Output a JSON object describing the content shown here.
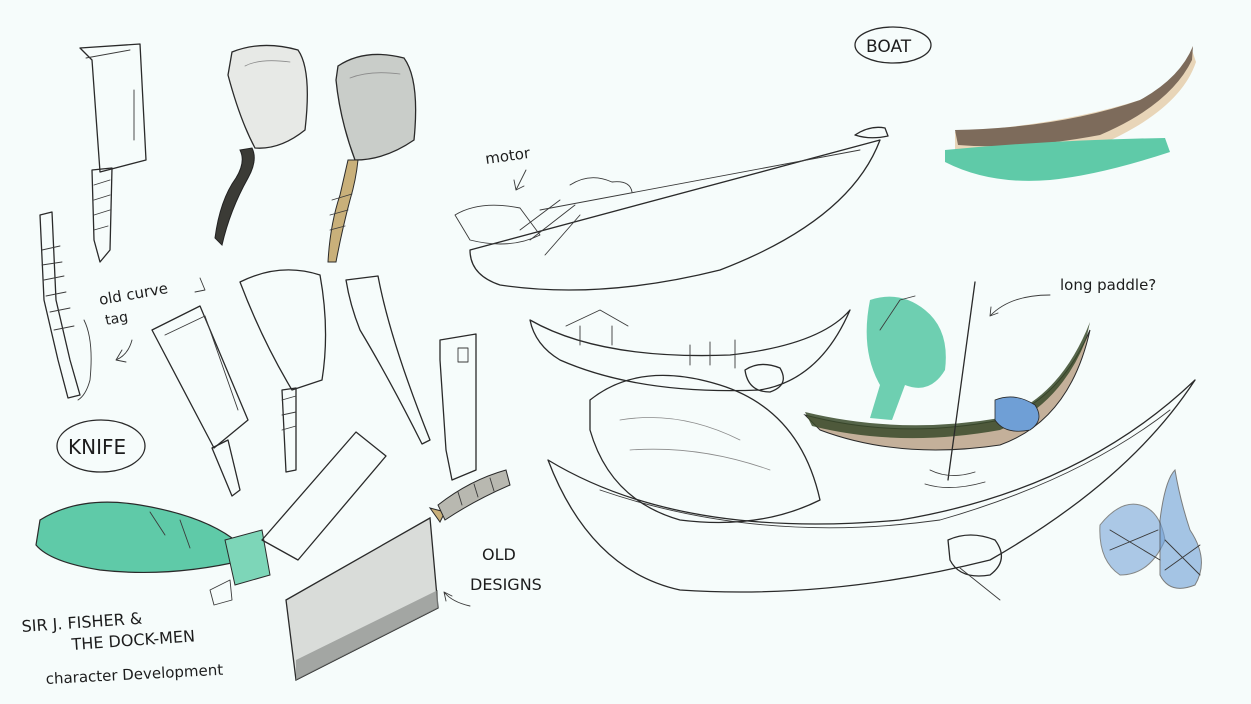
{
  "labels": {
    "boat": "BOAT",
    "motor": "motor",
    "long_paddle": "long paddle?",
    "old_curve": "old curve",
    "old_tag": "tag",
    "knife": "KNIFE",
    "old_designs_1": "OLD",
    "old_designs_2": "DESIGNS",
    "title_line_1": "SIR J. FISHER &",
    "title_line_2": "THE DOCK-MEN",
    "subtitle": "character Development"
  },
  "colors": {
    "background": "#f6fcfb",
    "ink": "#2a2a2a",
    "teal": "#5fcaa8",
    "brown": "#7d6b5b",
    "beige": "#e8d5b8",
    "blue": "#6f9fd6",
    "olive": "#3a4a2a",
    "steel": "#c9cdc9",
    "dark_handle": "#3b3b36",
    "tan_handle": "#c9b07a"
  }
}
